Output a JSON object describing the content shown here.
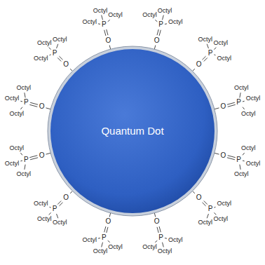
{
  "diagram": {
    "nodes": [
      {
        "text": [
          "Quantum Dot"
        ]
      }
    ],
    "labels": [
      "O",
      "P",
      "Octyl",
      "Octyl",
      "Octyl",
      "O",
      "P",
      "Octyl",
      "Octyl",
      "Octyl",
      "O",
      "P",
      "Octyl",
      "Octyl",
      "Octyl",
      "O",
      "P",
      "Octyl",
      "Octyl",
      "Octyl",
      "O",
      "P",
      "Octyl",
      "Octyl",
      "Octyl",
      "O",
      "P",
      "Octyl",
      "Octyl",
      "Octyl",
      "O",
      "P",
      "Octyl",
      "Octyl",
      "Octyl",
      "O",
      "P",
      "Octyl",
      "Octyl",
      "Octyl",
      "O",
      "P",
      "Octyl",
      "Octyl",
      "Octyl",
      "O",
      "P",
      "Octyl",
      "Octyl",
      "Octyl",
      "O",
      "P",
      "Octyl",
      "Octyl",
      "Octyl",
      "O",
      "P",
      "Octyl",
      "Octyl",
      "Octyl"
    ]
  }
}
